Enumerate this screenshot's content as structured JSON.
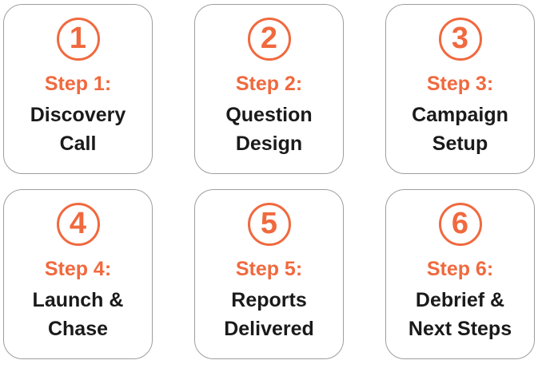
{
  "colors": {
    "accent_orange": "#f0693e",
    "text_black": "#1a1a1a",
    "card_border": "#9e9e9e",
    "card_background": "#ffffff",
    "page_background": "#ffffff"
  },
  "steps": [
    {
      "number": "1",
      "label": "Step 1:",
      "title_line1": "Discovery",
      "title_line2": "Call"
    },
    {
      "number": "2",
      "label": "Step 2:",
      "title_line1": "Question",
      "title_line2": "Design"
    },
    {
      "number": "3",
      "label": "Step 3:",
      "title_line1": "Campaign",
      "title_line2": "Setup"
    },
    {
      "number": "4",
      "label": "Step 4:",
      "title_line1": "Launch &",
      "title_line2": "Chase"
    },
    {
      "number": "5",
      "label": "Step 5:",
      "title_line1": "Reports",
      "title_line2": "Delivered"
    },
    {
      "number": "6",
      "label": "Step 6:",
      "title_line1": "Debrief &",
      "title_line2": "Next Steps"
    }
  ]
}
